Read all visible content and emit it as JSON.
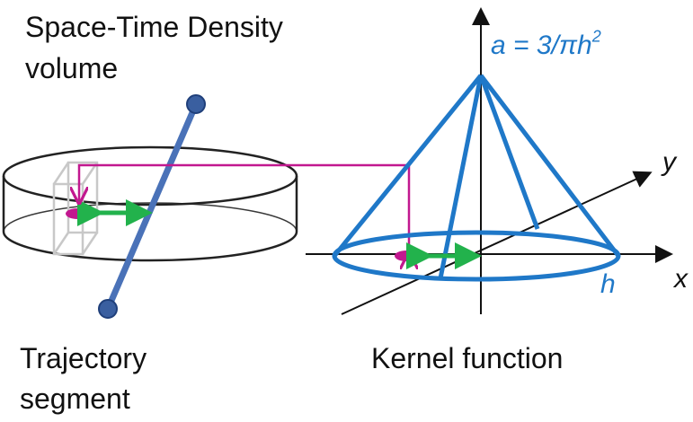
{
  "labels": {
    "volume_line1": "Space-Time Density",
    "volume_line2": "volume",
    "trajectory_line1": "Trajectory",
    "trajectory_line2": "segment",
    "kernel": "Kernel function",
    "apex_formula_base": "a = 3/πh",
    "apex_formula_exp": "2",
    "radius": "h",
    "x_axis": "x",
    "y_axis": "y"
  },
  "colors": {
    "cylinder": "#222222",
    "voxel": "#c8c8c8",
    "trajectory": "#4a72b8",
    "cone": "#1f78c8",
    "mapping": "#c2188f",
    "distance": "#22b24c",
    "axes": "#111111"
  }
}
